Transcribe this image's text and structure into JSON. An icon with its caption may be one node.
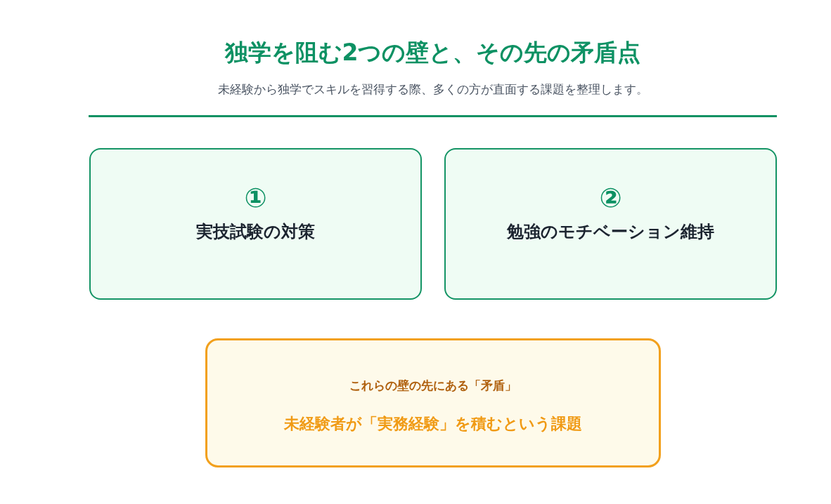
{
  "diagram": {
    "title": "独学を阻む2つの壁と、その先の矛盾点",
    "nodes": [
      {
        "text": [
          "①",
          "実技試験の対策"
        ]
      },
      {
        "text": [
          "②",
          "勉強のモチベーション維持"
        ]
      },
      {
        "text": [
          "これらの壁の先にある「矛盾」",
          "未経験者が「実務経験」を積むという課題"
        ]
      }
    ],
    "labels": [
      "未経験から独学でスキルを習得する際、多くの方が直面する課題を整理します。"
    ]
  }
}
